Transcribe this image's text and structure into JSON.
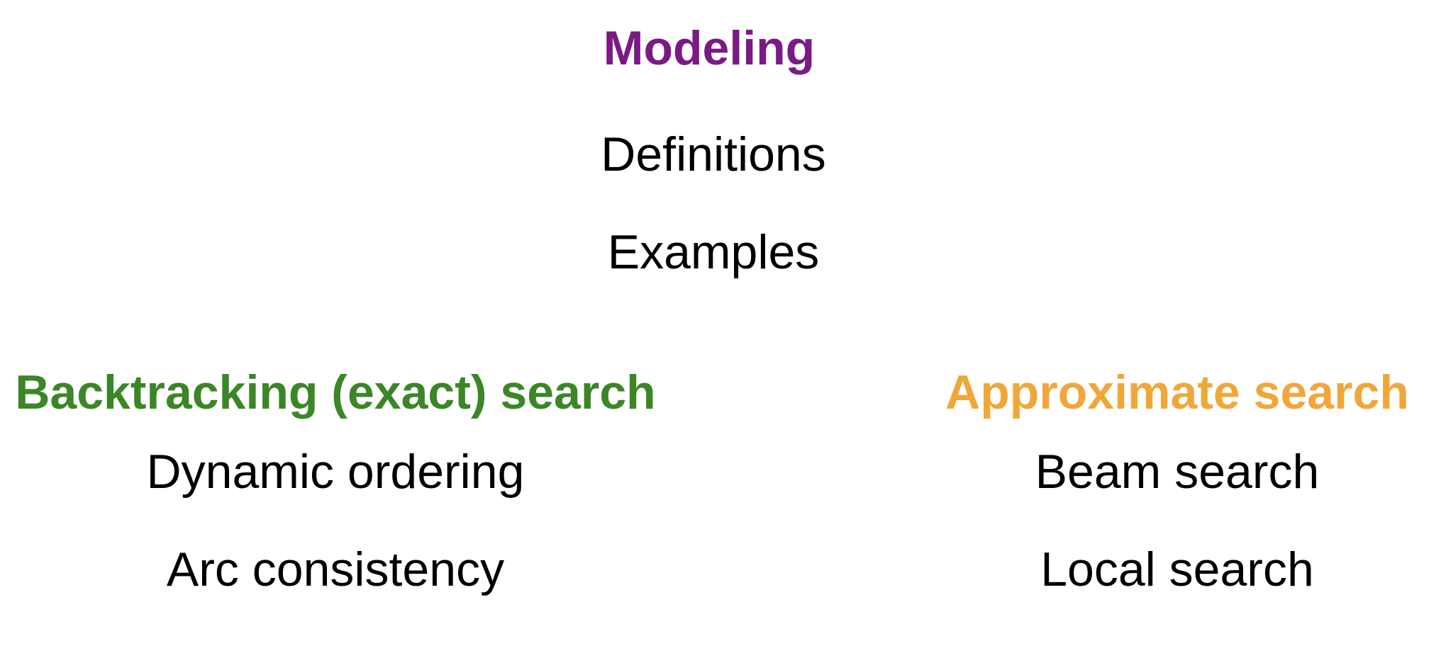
{
  "modeling": {
    "heading": "Modeling",
    "items": [
      "Definitions",
      "Examples"
    ],
    "color": "#7a1a85"
  },
  "backtracking": {
    "heading": "Backtracking (exact) search",
    "items": [
      "Dynamic ordering",
      "Arc consistency"
    ],
    "color": "#3b8626"
  },
  "approximate": {
    "heading": "Approximate search",
    "items": [
      "Beam search",
      "Local search"
    ],
    "color": "#f0a73a"
  }
}
